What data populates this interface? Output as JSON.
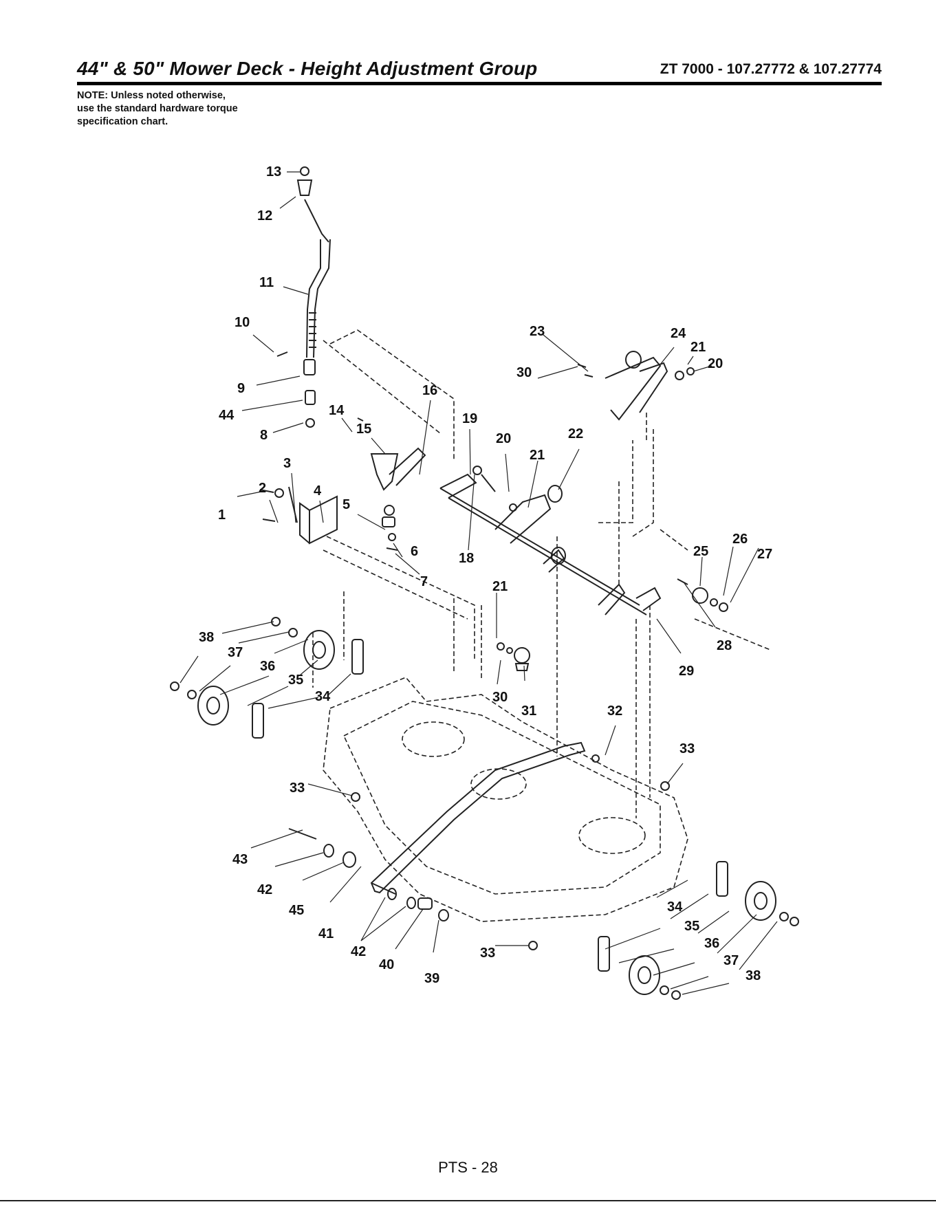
{
  "header": {
    "title": "44\" & 50\" Mower Deck - Height Adjustment Group",
    "model": "ZT 7000 - 107.27772 & 107.27774"
  },
  "note": {
    "lines": [
      "NOTE: Unless noted otherwise,",
      "use the standard hardware torque",
      "specification chart."
    ]
  },
  "callouts": [
    "13",
    "12",
    "11",
    "10",
    "9",
    "44",
    "8",
    "14",
    "15",
    "16",
    "19",
    "3",
    "2",
    "4",
    "5",
    "1",
    "6",
    "7",
    "18",
    "20",
    "21",
    "22",
    "23",
    "30",
    "24",
    "21",
    "20",
    "25",
    "26",
    "27",
    "28",
    "29",
    "21",
    "30",
    "31",
    "32",
    "33",
    "38",
    "37",
    "36",
    "35",
    "34",
    "33",
    "43",
    "42",
    "45",
    "41",
    "42",
    "40",
    "39",
    "33",
    "34",
    "35",
    "36",
    "37",
    "38"
  ],
  "footer": {
    "page": "PTS - 28"
  }
}
